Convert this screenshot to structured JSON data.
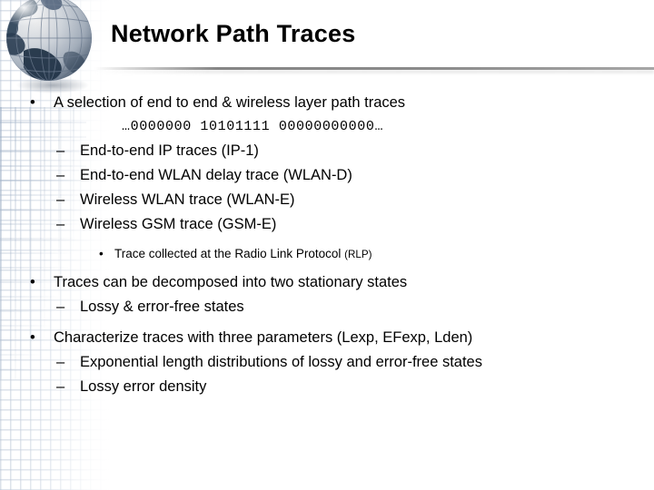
{
  "slide": {
    "title": "Network Path Traces",
    "background_color": "#ffffff",
    "text_color": "#000000",
    "divider_color": "#787878"
  },
  "decor": {
    "globe_icon": "globe-icon",
    "globe_land_color": "#2e4560",
    "globe_ocean_color": "#d8dee6",
    "globe_grid_color": "#7e8da0",
    "watermark": "checkered-grid-watermark",
    "watermark_color": "#b0bed1"
  },
  "bullets": {
    "b1": {
      "marker": "•",
      "text": "A selection of end to end & wireless layer path traces"
    },
    "binary_sample": "…0000000 10101111 00000000000…",
    "sub": [
      {
        "marker": "–",
        "text": "End-to-end IP traces (IP-1)"
      },
      {
        "marker": "–",
        "text": "End-to-end WLAN delay trace (WLAN-D)"
      },
      {
        "marker": "–",
        "text": "Wireless WLAN trace (WLAN-E)"
      },
      {
        "marker": "–",
        "text": "Wireless GSM trace (GSM-E)"
      }
    ],
    "b1_note": {
      "marker": "•",
      "text": "Trace collected at the Radio Link Protocol",
      "tail": "(RLP)"
    },
    "b2": {
      "marker": "•",
      "text": "Traces can be decomposed into two stationary states",
      "sub": [
        {
          "marker": "–",
          "text": "Lossy & error-free states"
        }
      ]
    },
    "b3": {
      "marker": "•",
      "text": "Characterize traces with three parameters (Lexp, EFexp, Lden)",
      "sub": [
        {
          "marker": "–",
          "text": "Exponential length distributions of lossy and error-free states"
        },
        {
          "marker": "–",
          "text": "Lossy error density"
        }
      ]
    }
  }
}
